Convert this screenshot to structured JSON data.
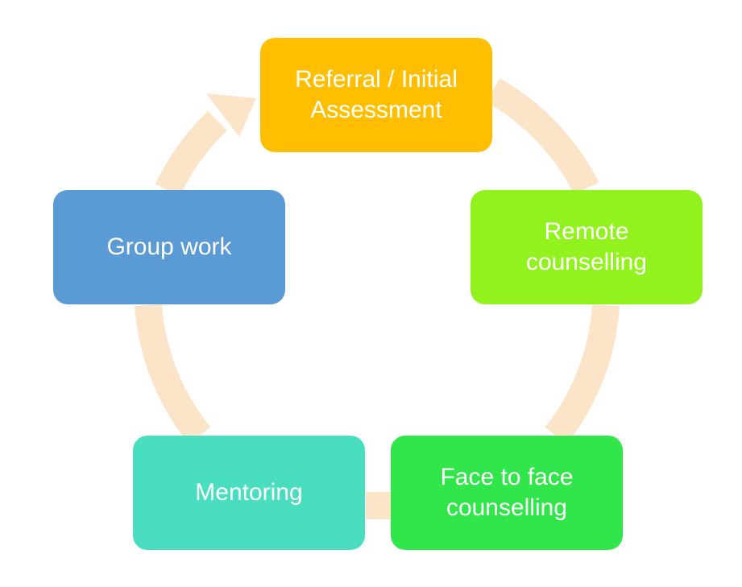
{
  "diagram": {
    "type": "cycle",
    "colors": {
      "connector": "#FCE4C8",
      "text": "#FFFFFF"
    },
    "nodes": [
      {
        "id": "referral",
        "label": "Referral / Initial Assessment",
        "color": "#FFBF00"
      },
      {
        "id": "remote",
        "label": "Remote counselling",
        "color": "#92F21E"
      },
      {
        "id": "face",
        "label": "Face to face counselling",
        "color": "#30E64A"
      },
      {
        "id": "mentoring",
        "label": "Mentoring",
        "color": "#48DEBF"
      },
      {
        "id": "group",
        "label": "Group work",
        "color": "#5B9BD5"
      }
    ]
  }
}
